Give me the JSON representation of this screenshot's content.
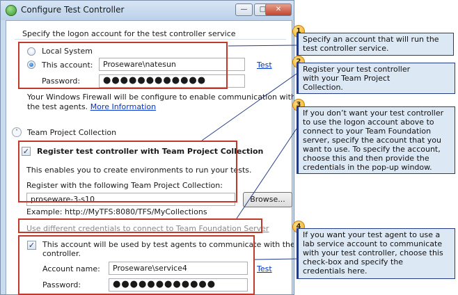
{
  "window": {
    "title": "Configure Test Controller",
    "controls": {
      "minimize": "—",
      "maximize": "□",
      "close": "✕"
    }
  },
  "logon": {
    "heading": "Specify the logon account for the test controller service",
    "local_system": "Local System",
    "this_account": "This account:",
    "account_value": "Proseware\\natesun",
    "password_label": "Password:",
    "password_value": "●●●●●●●●●●●●",
    "test_link": "Test",
    "firewall_text_1": "Your Windows Firewall will be configure to enable communication with",
    "firewall_text_2": "the test agents.",
    "more_info": "More Information"
  },
  "tpc": {
    "section": "Team Project Collection",
    "register_label": "Register test controller with Team Project Collection",
    "enables": "This enables you to create environments to run your tests.",
    "register_with": "Register with the following Team Project Collection:",
    "collection_value": "proseware-3-s10",
    "browse": "Browse...",
    "example": "Example: http://MyTFS:8080/TFS/MyCollections",
    "diff_creds": "Use different credentials to connect to Team Foundation Server",
    "agents_text_1": "This account will be used by test agents to communicate with the",
    "agents_text_2": "controller.",
    "account_name_label": "Account name:",
    "account_name_value": "Proseware\\service4",
    "password_label": "Password:",
    "password_value": "●●●●●●●●●●●●",
    "test_link": "Test"
  },
  "callouts": [
    {
      "num": "1",
      "lines": [
        "Specify an account that will run the",
        "test controller service."
      ]
    },
    {
      "num": "2",
      "lines": [
        "Register your test controller",
        "with your Team Project",
        "Collection."
      ]
    },
    {
      "num": "3",
      "lines": [
        "If you don’t want your test controller",
        "to use the logon account above to",
        "connect to your Team Foundation",
        "server, specify the account that you",
        "want to use. To specify the account,",
        "choose this and then provide the",
        "credentials in the pop-up window."
      ]
    },
    {
      "num": "4",
      "lines": [
        "If you want your test agent to use a",
        "lab service account to communicate",
        "with your test controller, choose this",
        "check-box and specify the",
        "credentials here."
      ]
    }
  ],
  "colors": {
    "annotation_red": "#c0392b",
    "callout_bg": "#dde8f5",
    "callout_border": "#243a86",
    "badge": "#f0a81a"
  }
}
